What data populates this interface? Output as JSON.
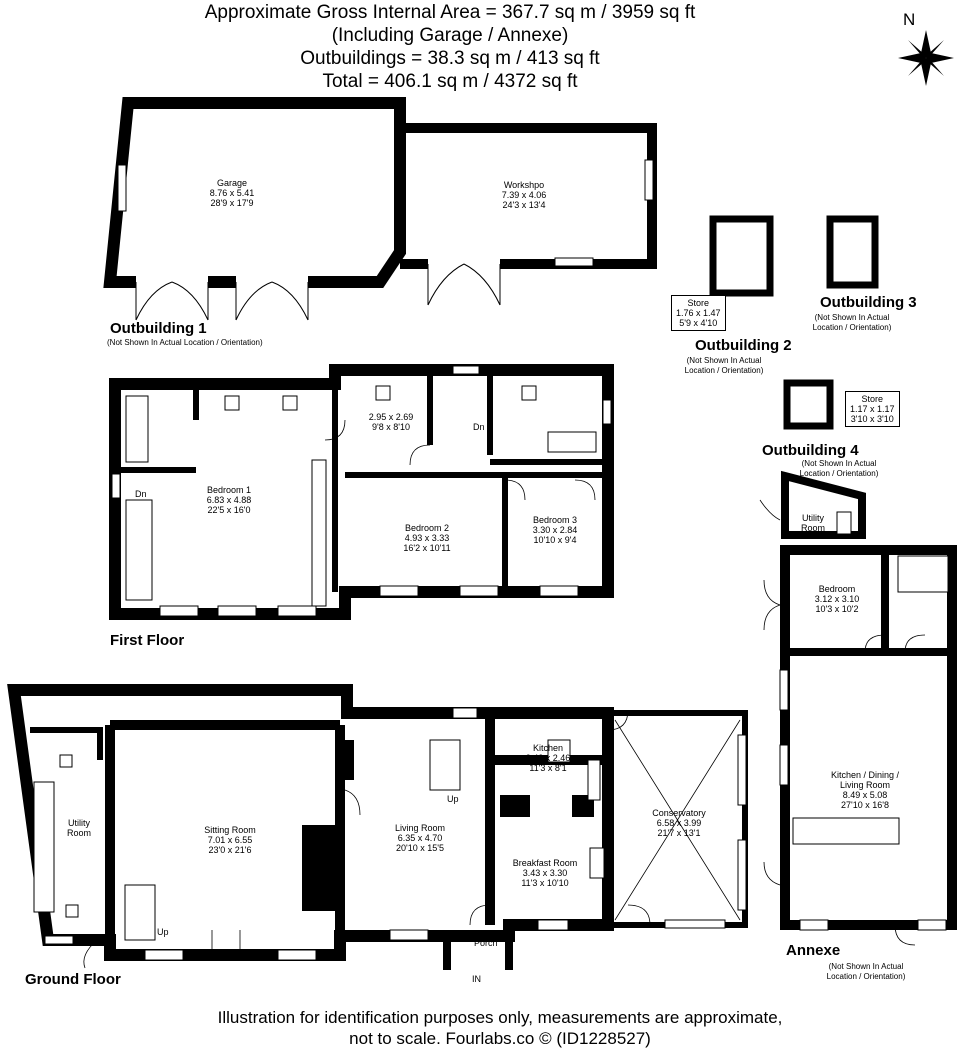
{
  "header": {
    "line1": "Approximate Gross Internal Area = 367.7 sq m / 3959 sq ft",
    "line2": "(Including Garage / Annexe)",
    "line3": "Outbuildings = 38.3 sq m / 413 sq ft",
    "line4": "Total = 406.1 sq m / 4372 sq ft"
  },
  "compass": {
    "label": "N"
  },
  "outbuilding1": {
    "title": "Outbuilding 1",
    "note": "(Not Shown In Actual Location / Orientation)",
    "garage": {
      "name": "Garage",
      "metric": "8.76 x 5.41",
      "imperial": "28'9 x 17'9"
    },
    "workshop": {
      "name": "Workshpo",
      "metric": "7.39 x 4.06",
      "imperial": "24'3 x 13'4"
    }
  },
  "outbuilding2": {
    "title": "Outbuilding 2",
    "note1": "(Not Shown In Actual",
    "note2": "Location / Orientation)",
    "store": {
      "name": "Store",
      "metric": "1.76 x 1.47",
      "imperial": "5'9 x 4'10"
    }
  },
  "outbuilding3": {
    "title": "Outbuilding 3",
    "note1": "(Not Shown In Actual",
    "note2": "Location / Orientation)"
  },
  "outbuilding4": {
    "title": "Outbuilding 4",
    "note1": "(Not Shown In Actual",
    "note2": "Location / Orientation)",
    "store": {
      "name": "Store",
      "metric": "1.17 x 1.17",
      "imperial": "3'10 x 3'10"
    }
  },
  "first_floor": {
    "title": "First Floor",
    "bedroom1": {
      "name": "Bedroom 1",
      "metric": "6.83 x 4.88",
      "imperial": "22'5 x 16'0"
    },
    "room_small": {
      "metric": "2.95 x 2.69",
      "imperial": "9'8 x 8'10"
    },
    "bedroom2": {
      "name": "Bedroom 2",
      "metric": "4.93 x 3.33",
      "imperial": "16'2 x 10'11"
    },
    "bedroom3": {
      "name": "Bedroom 3",
      "metric": "3.30 x 2.84",
      "imperial": "10'10 x 9'4"
    },
    "dn1": "Dn",
    "dn2": "Dn"
  },
  "ground_floor": {
    "title": "Ground Floor",
    "utility": {
      "name1": "Utility",
      "name2": "Room"
    },
    "sitting": {
      "name": "Sitting Room",
      "metric": "7.01 x 6.55",
      "imperial": "23'0 x 21'6"
    },
    "living": {
      "name": "Living Room",
      "metric": "6.35 x 4.70",
      "imperial": "20'10 x 15'5"
    },
    "kitchen": {
      "name": "Kitchen",
      "metric": "3.43 x 2.46",
      "imperial": "11'3 x 8'1"
    },
    "breakfast": {
      "name": "Breakfast Room",
      "metric": "3.43 x 3.30",
      "imperial": "11'3 x 10'10"
    },
    "conservatory": {
      "name": "Conservatory",
      "metric": "6.58 x 3.99",
      "imperial": "21'7 x 13'1"
    },
    "porch": "Porch",
    "in": "IN",
    "up1": "Up",
    "up2": "Up"
  },
  "annexe": {
    "title": "Annexe",
    "note1": "(Not Shown In Actual",
    "note2": "Location / Orientation)",
    "utility": {
      "name1": "Utility",
      "name2": "Room"
    },
    "bedroom": {
      "name": "Bedroom",
      "metric": "3.12 x 3.10",
      "imperial": "10'3 x 10'2"
    },
    "kdl": {
      "name1": "Kitchen / Dining /",
      "name2": "Living Room",
      "metric": "8.49 x 5.08",
      "imperial": "27'10 x 16'8"
    }
  },
  "footer": {
    "line1": "Illustration for identification purposes only, measurements are approximate,",
    "line2": "not to scale. Fourlabs.co © (ID1228527)"
  }
}
